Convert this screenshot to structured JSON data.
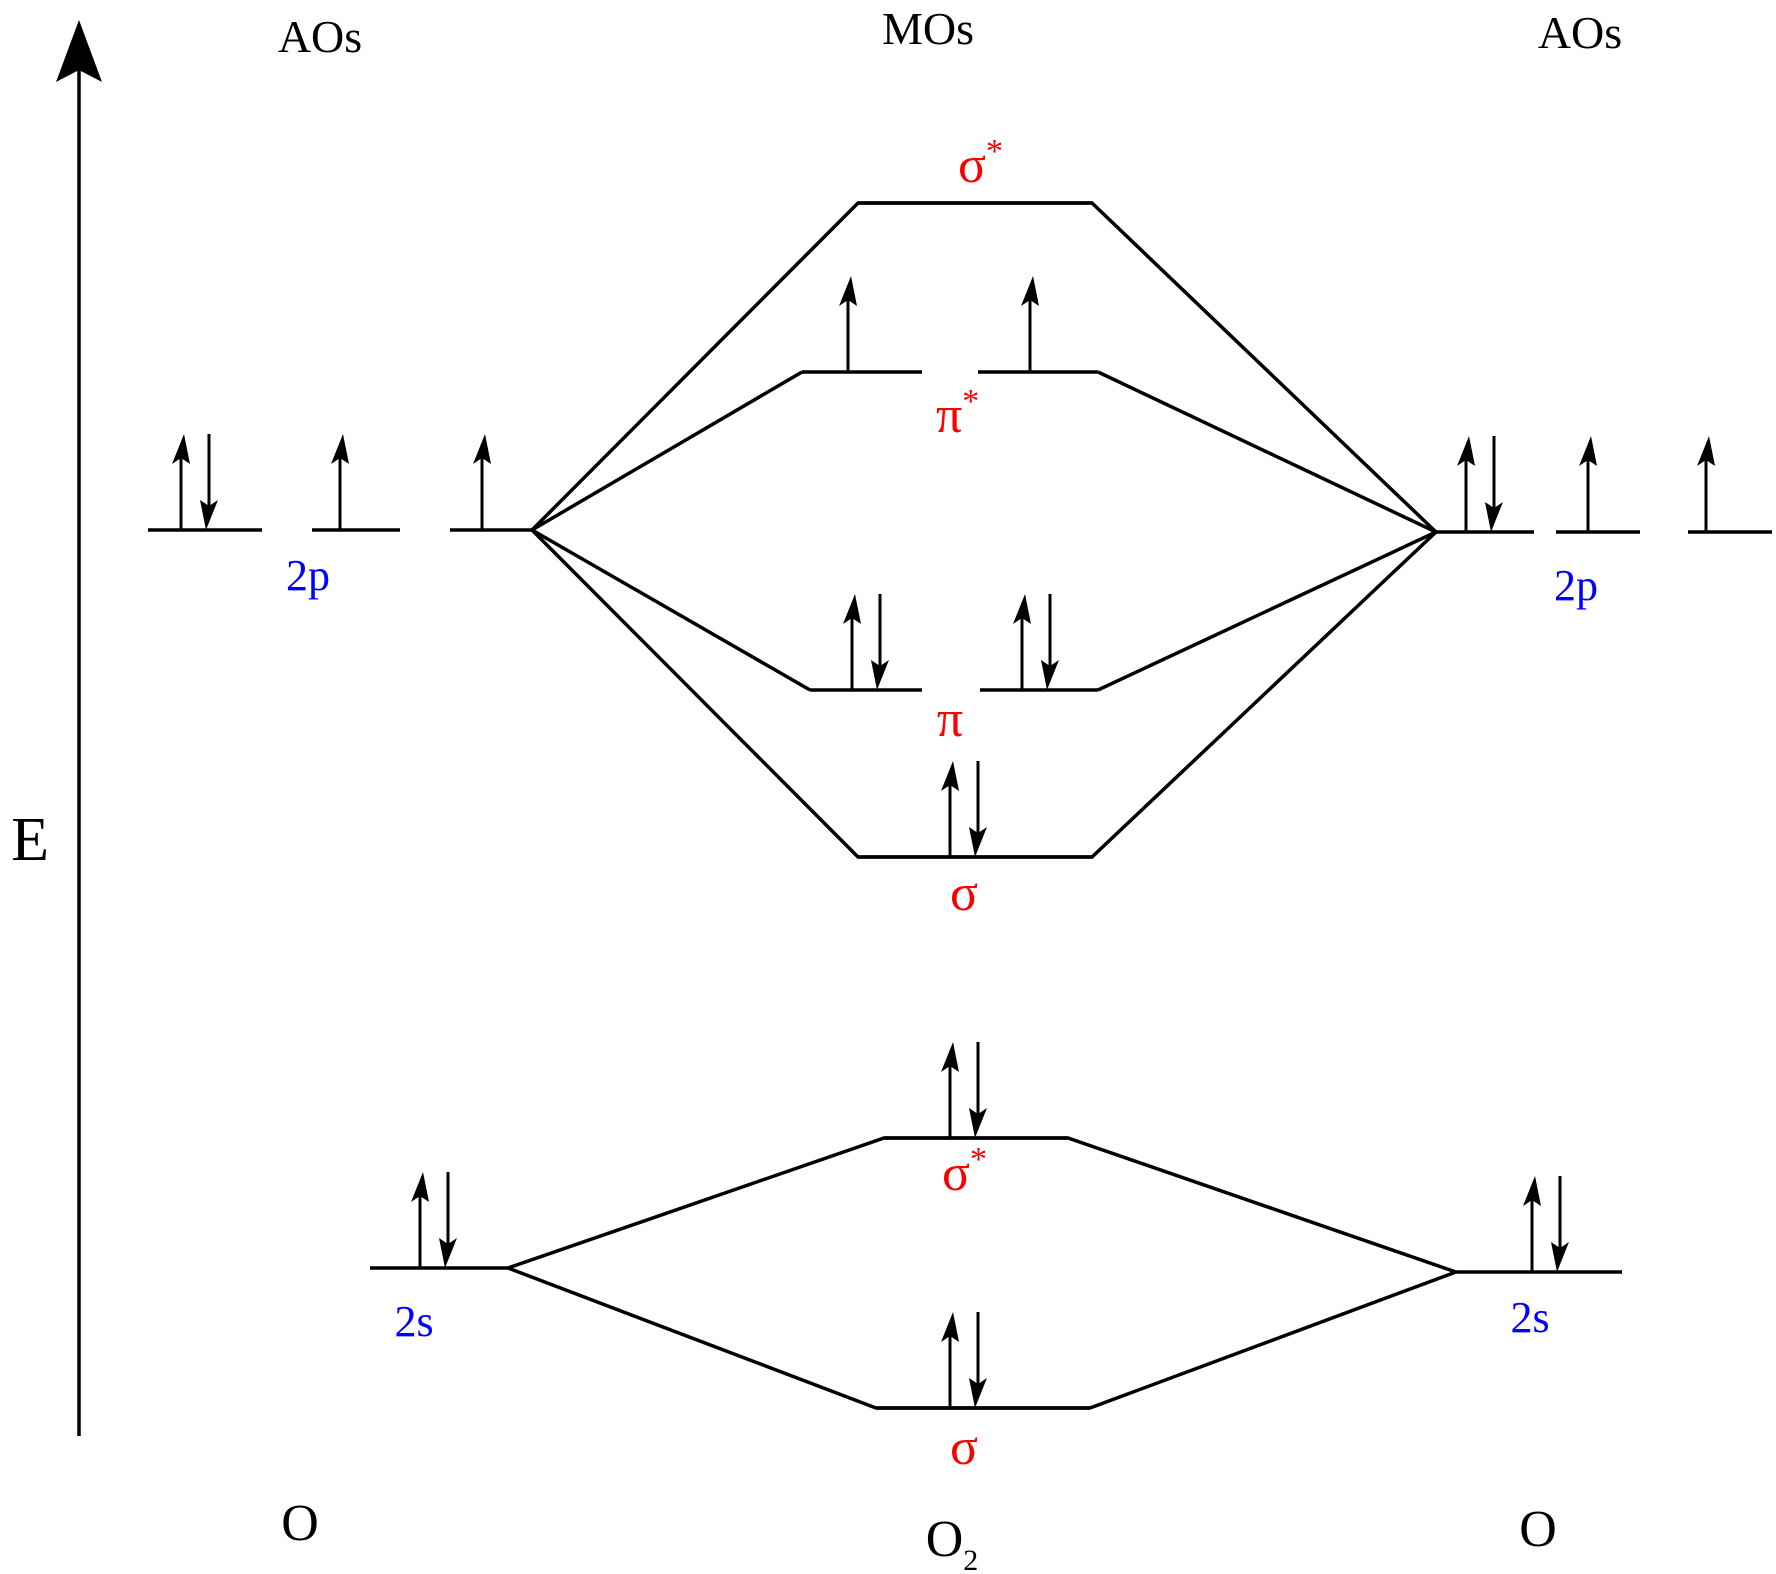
{
  "headers": {
    "left": "AOs",
    "center": "MOs",
    "right": "AOs"
  },
  "axis": {
    "label": "E"
  },
  "atoms": {
    "left": "O",
    "center": "O",
    "center_sub": "2",
    "right": "O"
  },
  "orbital_labels": {
    "left_2p": "2p",
    "right_2p": "2p",
    "left_2s": "2s",
    "right_2s": "2s"
  },
  "mo_labels": {
    "sigma_star_2p": "σ",
    "sigma_star_2p_sup": "*",
    "pi_star_2p": "π",
    "pi_star_2p_sup": "*",
    "pi_2p": "π",
    "sigma_2p": "σ",
    "sigma_star_2s": "σ",
    "sigma_star_2s_sup": "*",
    "sigma_2s": "σ"
  },
  "colors": {
    "orbital_label": "#0000ff",
    "mo_label": "#ff0000",
    "line": "#000000"
  },
  "electron_occupancy": {
    "left_2p": [
      2,
      1,
      1
    ],
    "right_2p": [
      2,
      1,
      1
    ],
    "sigma_star_2p": 0,
    "pi_star_2p": [
      1,
      1
    ],
    "pi_2p": [
      2,
      2
    ],
    "sigma_2p": 2,
    "left_2s": 2,
    "right_2s": 2,
    "sigma_star_2s": 2,
    "sigma_2s": 2
  }
}
